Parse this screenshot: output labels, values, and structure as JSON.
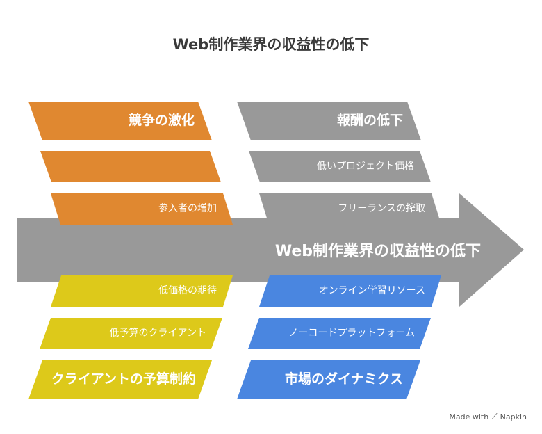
{
  "title": "Web制作業界の収益性の低下",
  "spine_label": "Web制作業界の収益性の低下",
  "colors": {
    "orange": "#E08830",
    "gray": "#999999",
    "yellow": "#DDC91A",
    "blue": "#4A86E0",
    "spine": "#999999"
  },
  "groups": {
    "competition": {
      "header": "競争の激化",
      "items": [
        "",
        "参入者の増加"
      ]
    },
    "pricing": {
      "header": "報酬の低下",
      "items": [
        "低いプロジェクト価格",
        "フリーランスの搾取"
      ]
    },
    "client": {
      "header": "クライアントの予算制約",
      "items": [
        "低価格の期待",
        "低予算のクライアント"
      ]
    },
    "market": {
      "header": "市場のダイナミクス",
      "items": [
        "オンライン学習リソース",
        "ノーコードプラットフォーム"
      ]
    }
  },
  "credit": {
    "made_with": "Made with",
    "brand": "Napkin"
  }
}
